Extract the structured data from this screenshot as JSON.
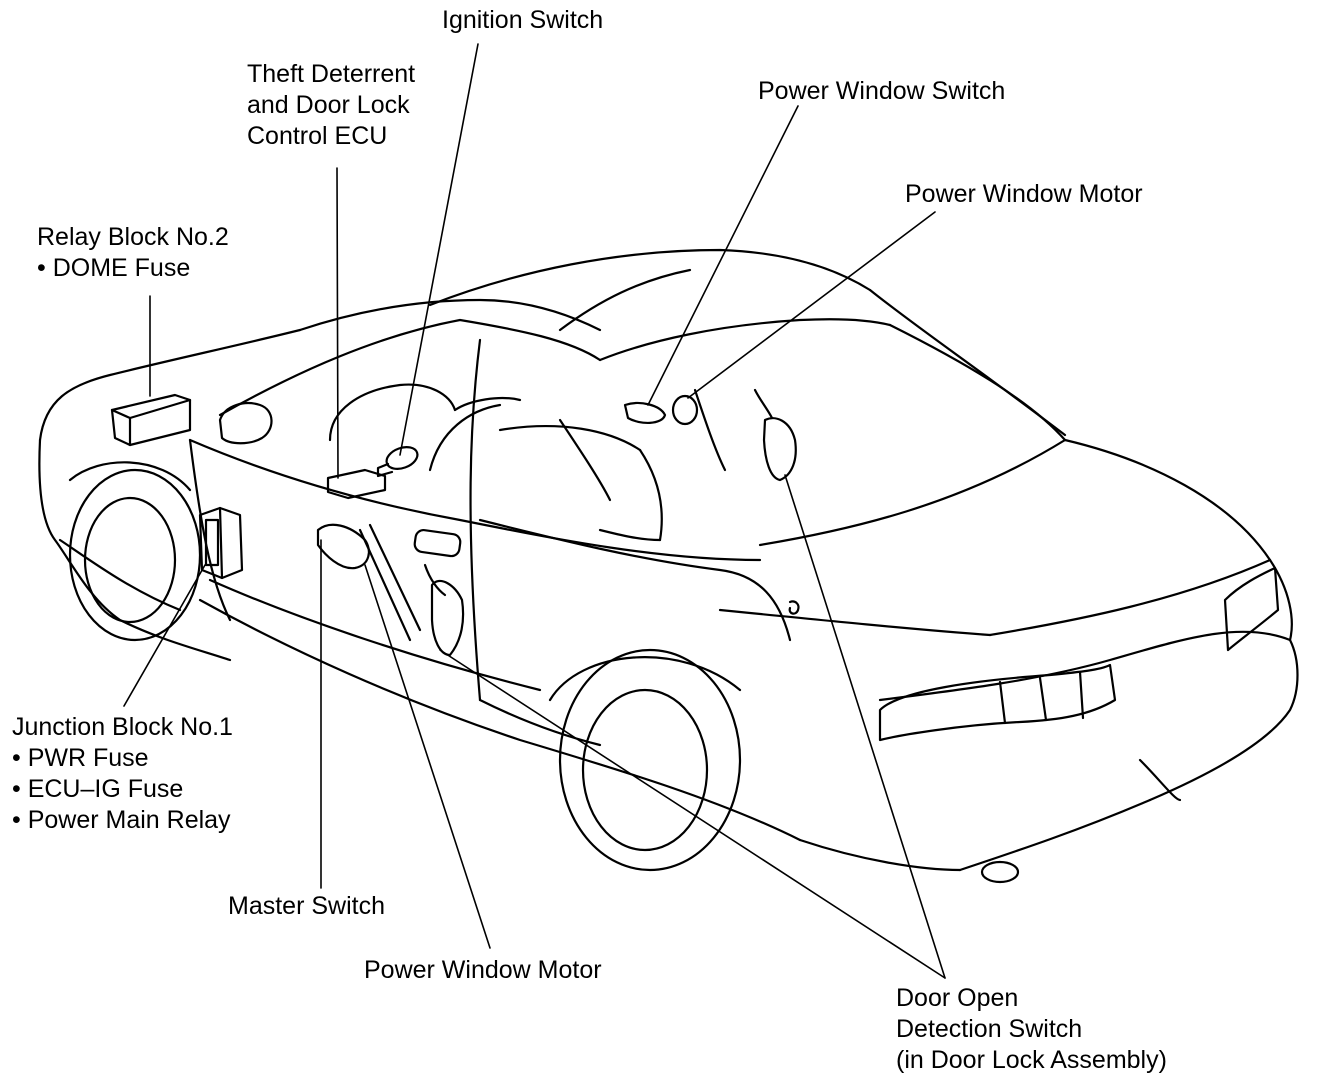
{
  "labels": {
    "ignition_switch": [
      "Ignition Switch"
    ],
    "theft_ecu": [
      "Theft Deterrent",
      "and Door Lock",
      "Control ECU"
    ],
    "power_window_switch": [
      "Power Window Switch"
    ],
    "power_window_motor_rear": [
      "Power Window Motor"
    ],
    "relay_block": [
      "Relay Block No.2",
      "• DOME Fuse"
    ],
    "junction_block": [
      "Junction Block No.1",
      "• PWR Fuse",
      "• ECU–IG Fuse",
      "• Power Main Relay"
    ],
    "master_switch": [
      "Master Switch"
    ],
    "power_window_motor_front": [
      "Power Window Motor"
    ],
    "door_open_switch": [
      "Door Open",
      "Detection Switch",
      "(in Door Lock Assembly)"
    ]
  }
}
